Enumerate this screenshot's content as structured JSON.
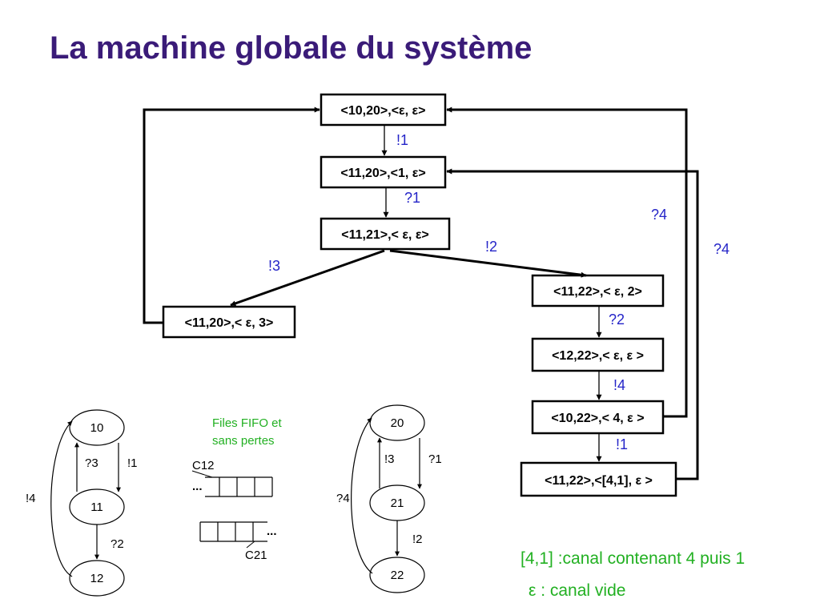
{
  "title": "La machine globale du système",
  "states": [
    "<10,20>,<ε, ε>",
    "<11,20>,<1, ε>",
    "<11,21>,< ε, ε>",
    "<11,20>,< ε, 3>",
    "<11,22>,< ε, 2>",
    "<12,22>,< ε, ε >",
    "<10,22>,< 4, ε >",
    "<11,22>,<[4,1], ε >"
  ],
  "transition_labels": {
    "s0_s1": "!1",
    "s1_s2": "?1",
    "s2_s3": "!3",
    "s2_s4": "!2",
    "s4_s5": "?2",
    "s5_s6": "!4",
    "s6_s7": "!1",
    "s6_s0": "?4",
    "s7_s1": "?4"
  },
  "machine1": {
    "nodes": [
      "10",
      "11",
      "12"
    ],
    "edges": {
      "down_10_11": "!1",
      "up_11_10": "?3",
      "down_11_12": "?2",
      "loop_12_10": "!4"
    }
  },
  "machine2": {
    "nodes": [
      "20",
      "21",
      "22"
    ],
    "edges": {
      "up_21_20": "!3",
      "down_20_21": "?1",
      "down_21_22": "!2",
      "loop_22_20": "?4"
    }
  },
  "fifo": {
    "note_line1": "Files FIFO et",
    "note_line2": "sans pertes",
    "c12_label": "C12",
    "c21_label": "C21",
    "dots": "..."
  },
  "legend": {
    "line1": "[4,1] :canal contenant 4 puis 1",
    "line2": "ε : canal vide"
  },
  "colors": {
    "title": "#3a1b78",
    "labels": "#2525c8",
    "legend": "#22b022"
  }
}
